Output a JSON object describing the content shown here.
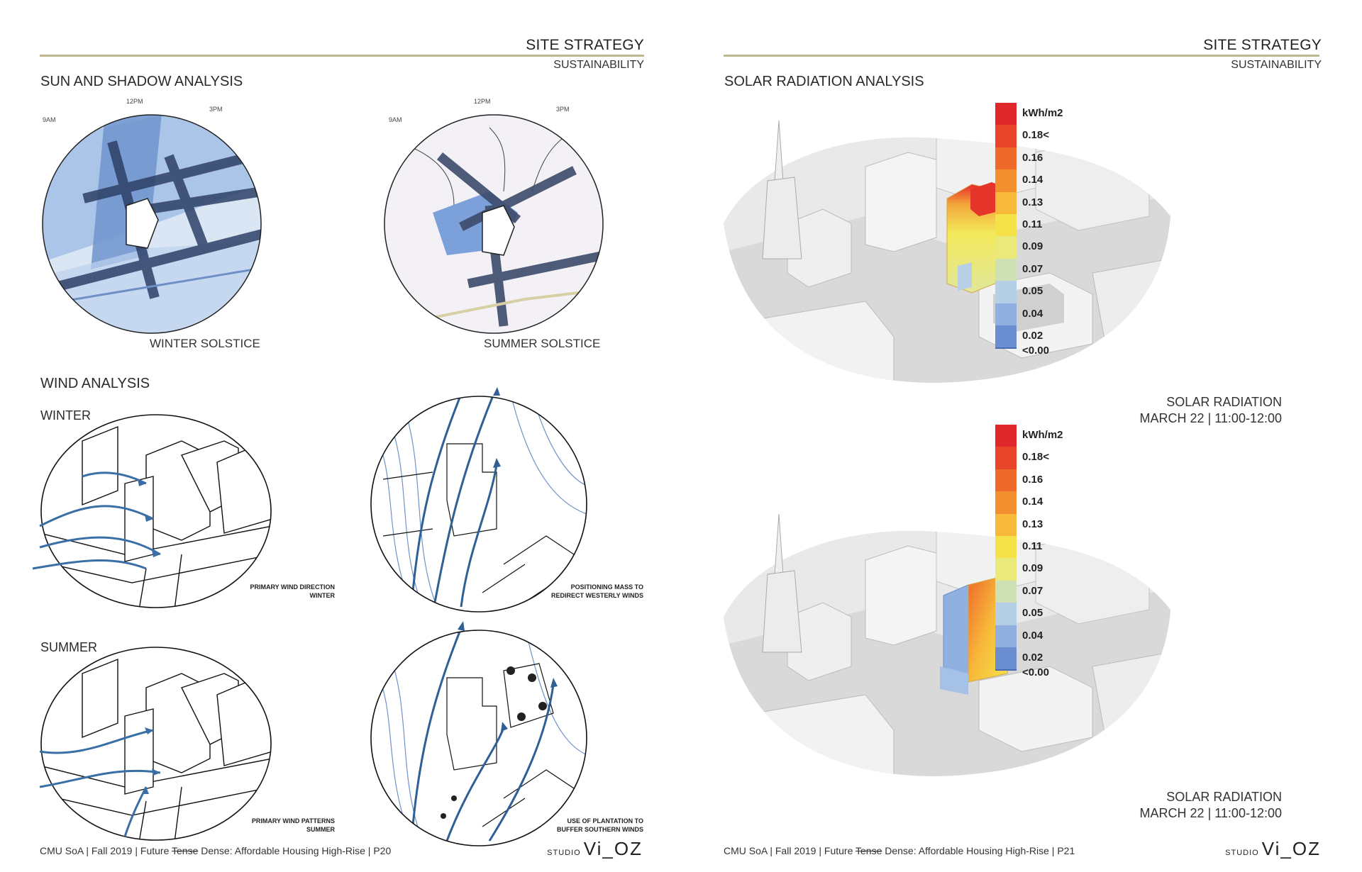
{
  "left": {
    "header_title": "SITE STRATEGY",
    "header_sub": "SUSTAINABILITY",
    "sun_title": "SUN AND SHADOW ANALYSIS",
    "times": [
      "9AM",
      "12PM",
      "3PM"
    ],
    "winter_solstice": "WINTER SOLSTICE",
    "summer_solstice": "SUMMER SOLSTICE",
    "wind_title": "WIND ANALYSIS",
    "winter_label": "WINTER",
    "summer_label": "SUMMER",
    "note_winter_a": [
      "PRIMARY WIND DIRECTION",
      "WINTER"
    ],
    "note_winter_b": [
      "POSITIONING MASS TO",
      "REDIRECT WESTERLY WINDS"
    ],
    "note_summer_a": [
      "PRIMARY WIND PATTERNS",
      "SUMMER"
    ],
    "note_summer_b": [
      "USE OF PLANTATION TO",
      "BUFFER SOUTHERN WINDS"
    ],
    "footer_a": "CMU SoA | Fall 2019 | Future ",
    "footer_strike": "Tense",
    "footer_b": " Dense: Affordable Housing High-Rise | P20",
    "studio_small": "STUDIO",
    "studio_big": "Vi_OZ"
  },
  "right": {
    "header_title": "SITE STRATEGY",
    "header_sub": "SUSTAINABILITY",
    "solar_title": "SOLAR RADIATION ANALYSIS",
    "legend_unit": "kWh/m2",
    "legend_labels": [
      "0.18<",
      "0.16",
      "0.14",
      "0.13",
      "0.11",
      "0.09",
      "0.07",
      "0.05",
      "0.04",
      "0.02",
      "<0.00"
    ],
    "legend_colors": [
      "#e0282a",
      "#e8442a",
      "#ee6a2a",
      "#f29030",
      "#f7b93a",
      "#f5e24a",
      "#e9ea7a",
      "#cfe0b5",
      "#b4cfe6",
      "#8fb0e0",
      "#6a8ed0",
      "#4a6ab8"
    ],
    "caption_line1": "SOLAR RADIATION",
    "caption_line2": "MARCH 22 | 11:00-12:00",
    "footer_a": "CMU SoA | Fall 2019 | Future ",
    "footer_strike": "Tense",
    "footer_b": " Dense: Affordable Housing High-Rise | P21",
    "studio_small": "STUDIO",
    "studio_big": "Vi_OZ"
  }
}
